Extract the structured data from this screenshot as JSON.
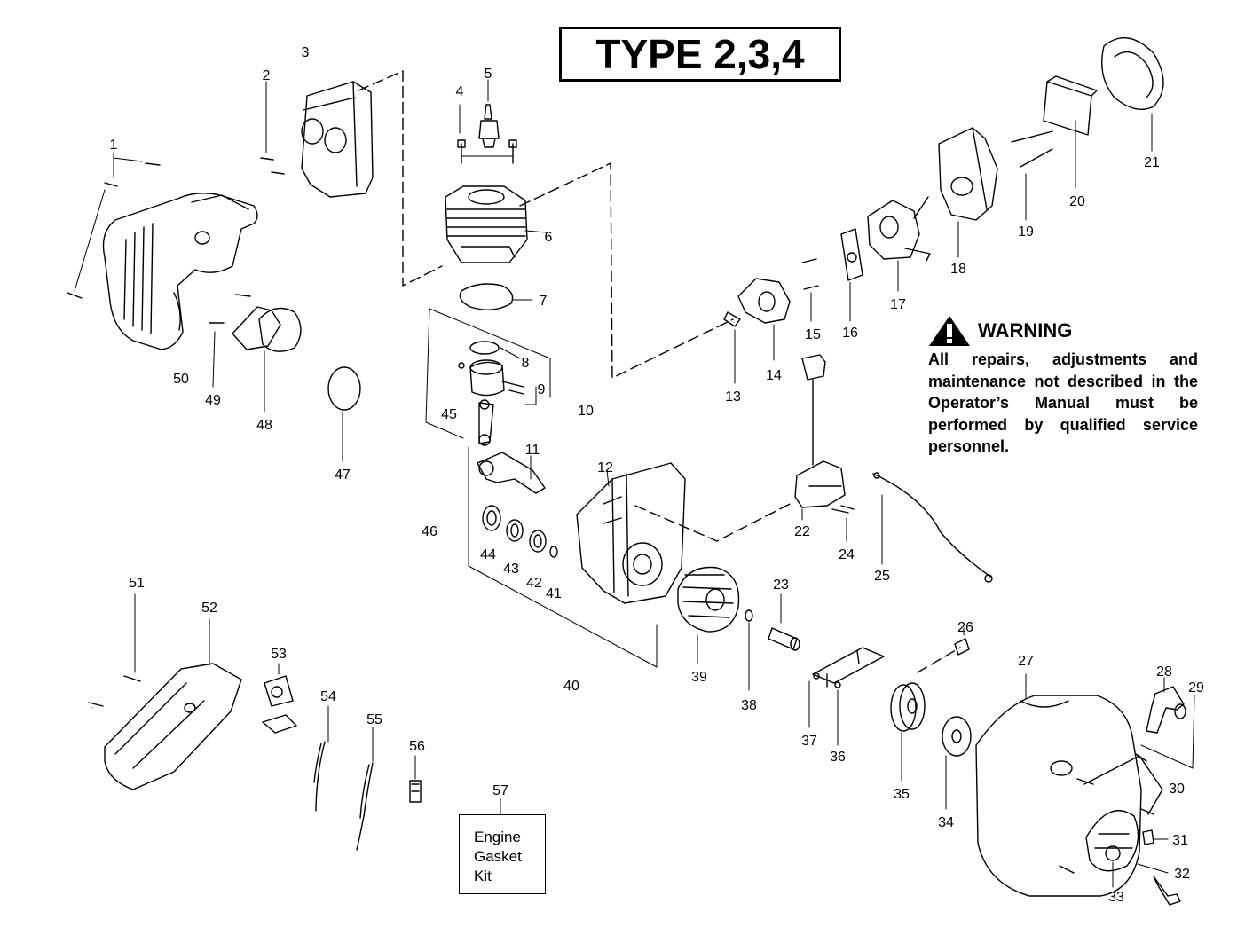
{
  "title": "TYPE 2,3,4",
  "warning": {
    "heading": "WARNING",
    "text": "All repairs, adjustments and maintenance not described in the Operator’s Manual must be performed by qualified service personnel."
  },
  "kit": {
    "lines": [
      "Engine",
      "Gasket",
      "Kit"
    ]
  },
  "callouts": {
    "c1": "1",
    "c2": "2",
    "c3": "3",
    "c4": "4",
    "c5": "5",
    "c6": "6",
    "c7": "7",
    "c8": "8",
    "c9": "9",
    "c10": "10",
    "c11": "11",
    "c12": "12",
    "c13": "13",
    "c14": "14",
    "c15": "15",
    "c16": "16",
    "c17": "17",
    "c18": "18",
    "c19": "19",
    "c20": "20",
    "c21": "21",
    "c22": "22",
    "c23": "23",
    "c24": "24",
    "c25": "25",
    "c26": "26",
    "c27": "27",
    "c28": "28",
    "c29": "29",
    "c30": "30",
    "c31": "31",
    "c32": "32",
    "c33": "33",
    "c34": "34",
    "c35": "35",
    "c36": "36",
    "c37": "37",
    "c38": "38",
    "c39": "39",
    "c40": "40",
    "c41": "41",
    "c42": "42",
    "c43": "43",
    "c44": "44",
    "c45": "45",
    "c46": "46",
    "c47": "47",
    "c48": "48",
    "c49": "49",
    "c50": "50",
    "c51": "51",
    "c52": "52",
    "c53": "53",
    "c54": "54",
    "c55": "55",
    "c56": "56",
    "c57": "57"
  }
}
